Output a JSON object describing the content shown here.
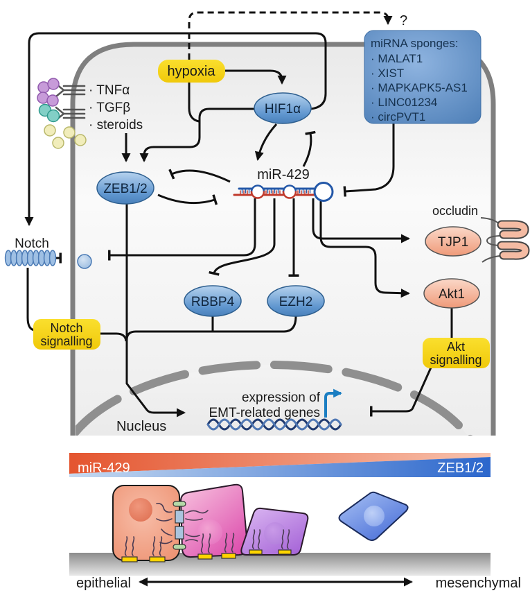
{
  "figure": {
    "question_mark": "?",
    "hypoxia": "hypoxia",
    "hif1a": "HIF1α",
    "ligands": {
      "tnfa": "· TNFα",
      "tgfb": "· TGFβ",
      "steroids": "· steroids"
    },
    "zeb12": "ZEB1/2",
    "mir429": "miR-429",
    "sponges": {
      "title": "miRNA sponges:",
      "items": [
        "· MALAT1",
        "· XIST",
        "· MAPKAPK5-AS1",
        "· LINC01234",
        "· circPVT1"
      ]
    },
    "notch": "Notch",
    "notch_signalling": {
      "line1": "Notch",
      "line2": "signalling"
    },
    "rbbp4": "RBBP4",
    "ezh2": "EZH2",
    "tjp1": "TJP1",
    "akt1": "Akt1",
    "occludin": "occludin",
    "akt_signalling": {
      "line1": "Akt",
      "line2": "signalling"
    },
    "nucleus": "Nucleus",
    "expression": {
      "line1": "expression of",
      "line2": "EMT-related genes"
    },
    "gradient_bar": {
      "left": "miR-429",
      "right": "ZEB1/2"
    },
    "axis": {
      "left": "epithelial",
      "right": "mesenchymal"
    },
    "colors": {
      "highlight_yellow": "#f6d31a",
      "node_blue": "#6fa3d8",
      "node_salmon": "#f6b39b",
      "sponge_blue": "#5b8fc9",
      "bar_orange": "#e8603c",
      "bar_blue": "#2f6fd0",
      "dna_navy": "#1f3a70",
      "membrane_gray": "#7f7f7f"
    }
  }
}
